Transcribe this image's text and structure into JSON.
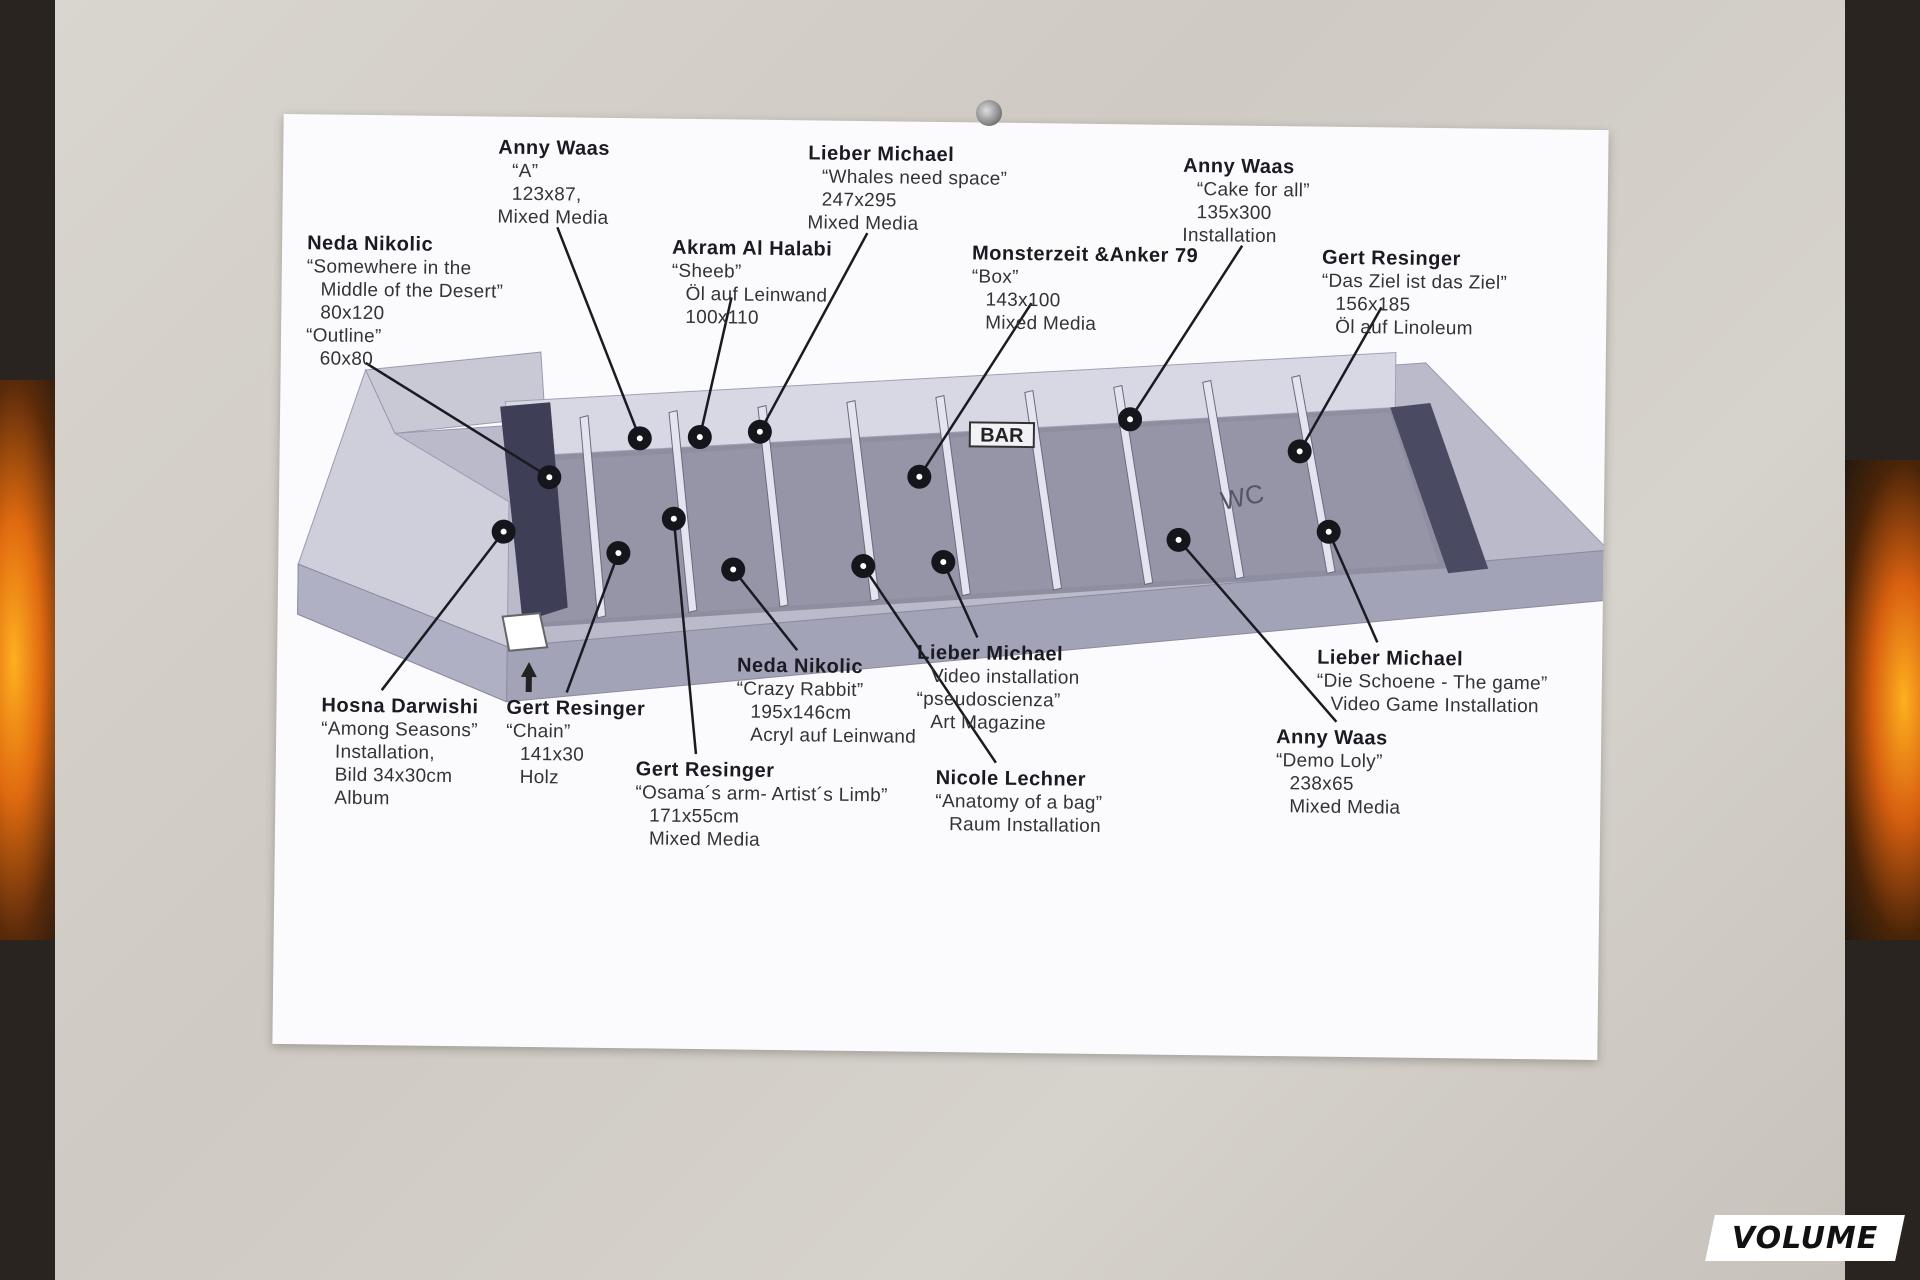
{
  "labels": [
    {
      "artist": "Anny Waas",
      "lines": [
        "“A”",
        "123x87,",
        "Mixed Media"
      ]
    },
    {
      "artist": "Lieber Michael",
      "lines": [
        "“Whales need space”",
        "247x295",
        "Mixed Media"
      ]
    },
    {
      "artist": "Anny Waas",
      "lines": [
        "“Cake for all”",
        "135x300",
        "Installation"
      ]
    },
    {
      "artist": "Neda Nikolic",
      "lines": [
        "“Somewhere in the",
        "Middle of the Desert”",
        "80x120",
        "“Outline”",
        "60x80"
      ]
    },
    {
      "artist": "Akram Al Halabi",
      "lines": [
        "“Sheeb”",
        "Öl auf Leinwand",
        "100x110"
      ]
    },
    {
      "artist": "Monsterzeit &Anker 79",
      "lines": [
        "“Box”",
        "143x100",
        "Mixed Media"
      ]
    },
    {
      "artist": "Gert Resinger",
      "lines": [
        "“Das Ziel ist das Ziel”",
        "156x185",
        "Öl auf Linoleum"
      ]
    },
    {
      "artist": "Lieber Michael",
      "lines": [
        "“Die Schoene - The game”",
        "Video Game Installation"
      ]
    },
    {
      "artist": "Neda Nikolic",
      "lines": [
        "“Crazy Rabbit”",
        "195x146cm",
        "Acryl auf Leinwand"
      ]
    },
    {
      "artist": "Lieber Michael",
      "lines": [
        "Video installation",
        "“pseudoscienza”",
        "Art Magazine"
      ]
    },
    {
      "artist": "Hosna Darwishi",
      "lines": [
        "“Among Seasons”",
        "Installation,",
        "Bild 34x30cm",
        "Album"
      ]
    },
    {
      "artist": "Gert Resinger",
      "lines": [
        "“Chain”",
        "141x30",
        "Holz"
      ]
    },
    {
      "artist": "Anny Waas",
      "lines": [
        "“Demo Loly”",
        "238x65",
        "Mixed Media"
      ]
    },
    {
      "artist": "Gert Resinger",
      "lines": [
        "“Osama´s arm- Artist´s Limb”",
        "171x55cm",
        "Mixed Media"
      ]
    },
    {
      "artist": "Nicole Lechner",
      "lines": [
        "“Anatomy of a bag”",
        "Raum Installation"
      ]
    }
  ],
  "floorplan": {
    "bar_label": "BAR",
    "wc_label": "WC"
  },
  "logo": "VOLUME",
  "colors": {
    "poster": "#fbfbfd",
    "building_light": "#c8c8d8",
    "building_mid": "#a8a8bc",
    "building_dark": "#50506a",
    "floor": "#8a8a9c",
    "ink": "#1a1a22"
  }
}
